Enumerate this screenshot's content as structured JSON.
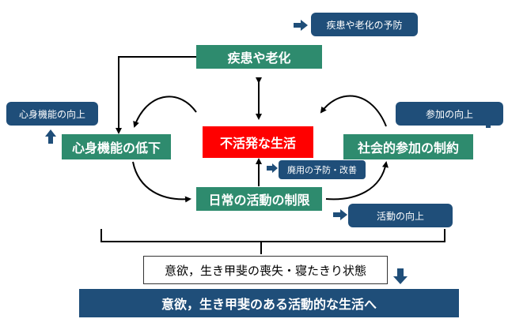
{
  "center": {
    "inactive_life": "不活発な生活"
  },
  "nodes": {
    "disease_aging": "疾患や老化",
    "mind_body_decline": "心身機能の低下",
    "social_restriction": "社会的参加の制約",
    "daily_activity_limit": "日常の活動の制限"
  },
  "outcomes": {
    "disease_prevention": "疾患や老化の予防",
    "mind_body_improvement": "心身機能の向上",
    "participation_improvement": "参加の向上",
    "disuse_prevention": "廃用の予防・改善",
    "activity_improvement": "活動の向上"
  },
  "summary": {
    "loss": "意欲，生き甲斐の喪失・寝たきり状態",
    "goal": "意欲，生き甲斐のある活動的な生活へ"
  },
  "colors": {
    "green": "#2e8b6e",
    "red": "#ff0000",
    "navy": "#1f4e79",
    "arrow_blue": "#1f4e79"
  },
  "icons": [
    "arrow-right-icon",
    "arrow-up-icon",
    "arrow-down-icon"
  ]
}
